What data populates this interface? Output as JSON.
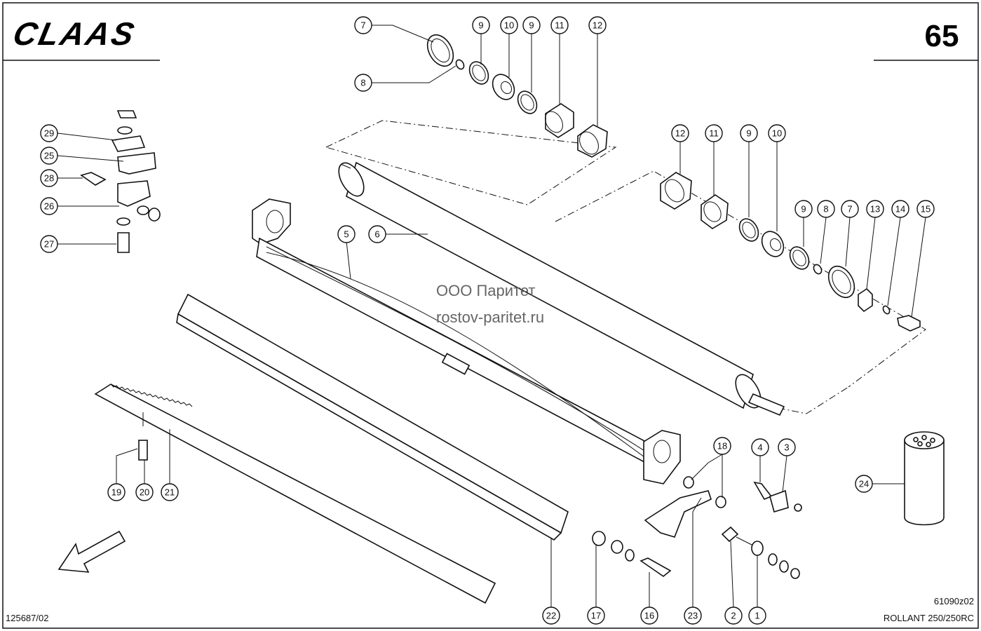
{
  "header": {
    "brand": "CLAAS",
    "page_number": "65"
  },
  "watermark": {
    "company": "ООО Паритет",
    "site": "rostov-paritet.ru"
  },
  "footer": {
    "doc_id_left": "125687/02",
    "drawing_code": "61090z02",
    "model": "ROLLANT 250/250RC"
  },
  "callouts": {
    "c7a": "7",
    "c8a": "8",
    "c9a": "9",
    "c10a": "10",
    "c9b": "9",
    "c11a": "11",
    "c12a": "12",
    "c12b": "12",
    "c11b": "11",
    "c9c": "9",
    "c10b": "10",
    "c9d": "9",
    "c8b": "8",
    "c7b": "7",
    "c13": "13",
    "c14": "14",
    "c15": "15",
    "c29": "29",
    "c25": "25",
    "c28": "28",
    "c26": "26",
    "c27": "27",
    "c5": "5",
    "c6": "6",
    "c18": "18",
    "c4": "4",
    "c3": "3",
    "c24": "24",
    "c19": "19",
    "c20": "20",
    "c21": "21",
    "c22": "22",
    "c17": "17",
    "c16": "16",
    "c23": "23",
    "c2": "2",
    "c1": "1"
  }
}
